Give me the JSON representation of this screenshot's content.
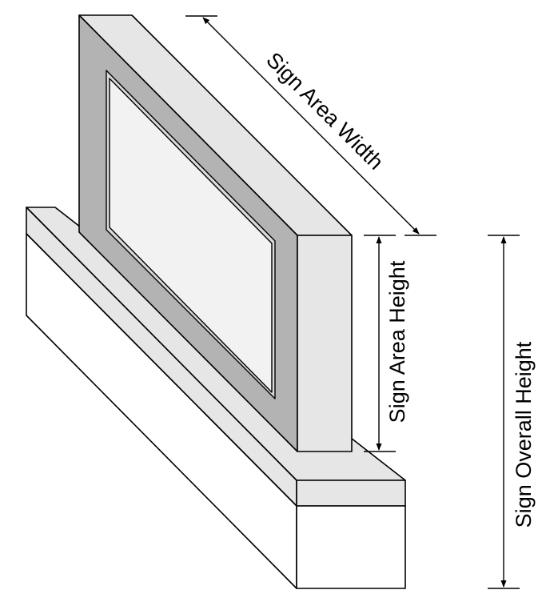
{
  "labels": {
    "sign_area_width": "Sign Area Width",
    "sign_area_height": "Sign Area Height",
    "sign_overall_height": "Sign Overall Height"
  },
  "colors": {
    "outline": "#000000",
    "frame_face": "#b3b3b3",
    "frame_top": "#e6e6e6",
    "frame_side": "#e6e6e6",
    "panel": "#f2f2f2",
    "base_top": "#e6e6e6",
    "base_front": "#ffffff",
    "base_side": "#ffffff"
  }
}
